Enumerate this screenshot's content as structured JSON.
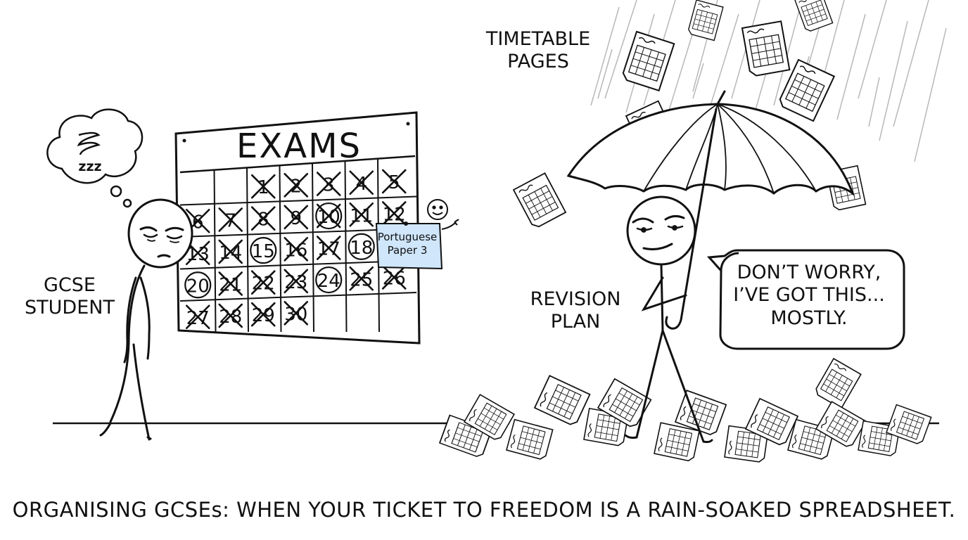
{
  "labels": {
    "timetable": [
      "TIMETABLE",
      "PAGES"
    ],
    "student": [
      "GCSE",
      "STUDENT"
    ],
    "revision": [
      "REVISION",
      "PLAN"
    ]
  },
  "thought_bubble": {
    "text": "zzz"
  },
  "calendar": {
    "title": "EXAMS",
    "days": [
      {
        "d": "1",
        "mark": "cross"
      },
      {
        "d": "2",
        "mark": "cross"
      },
      {
        "d": "3",
        "mark": "cross"
      },
      {
        "d": "4",
        "mark": "cross"
      },
      {
        "d": "5",
        "mark": "cross"
      },
      {
        "d": "6",
        "mark": "cross"
      },
      {
        "d": "7",
        "mark": "cross"
      },
      {
        "d": "8",
        "mark": "cross"
      },
      {
        "d": "9",
        "mark": "cross"
      },
      {
        "d": "10",
        "mark": "circle-cross"
      },
      {
        "d": "11",
        "mark": "cross"
      },
      {
        "d": "12",
        "mark": "cross"
      },
      {
        "d": "13",
        "mark": "cross"
      },
      {
        "d": "14",
        "mark": "cross"
      },
      {
        "d": "15",
        "mark": "circle"
      },
      {
        "d": "16",
        "mark": "cross"
      },
      {
        "d": "17",
        "mark": "cross"
      },
      {
        "d": "18",
        "mark": "circle"
      },
      {
        "d": "20",
        "mark": "circle"
      },
      {
        "d": "21",
        "mark": "cross"
      },
      {
        "d": "22",
        "mark": "cross"
      },
      {
        "d": "23",
        "mark": "cross"
      },
      {
        "d": "24",
        "mark": "circle"
      },
      {
        "d": "25",
        "mark": "cross"
      },
      {
        "d": "26",
        "mark": "cross"
      },
      {
        "d": "27",
        "mark": "cross"
      },
      {
        "d": "28",
        "mark": "cross"
      },
      {
        "d": "29",
        "mark": "cross"
      },
      {
        "d": "30",
        "mark": "cross"
      }
    ],
    "sticky_note": [
      "Portuguese",
      "Paper 3"
    ]
  },
  "speech_bubble": [
    "DON’T WORRY,",
    "I’VE GOT THIS...",
    "MOSTLY."
  ],
  "caption": "ORGANISING GCSEs: WHEN YOUR TICKET TO FREEDOM IS A RAIN-SOAKED SPREADSHEET.",
  "colors": {
    "ink": "#111111",
    "paper": "#ffffff",
    "sticky_note": "#cfe6fb",
    "rain": "#9a9a9a"
  }
}
